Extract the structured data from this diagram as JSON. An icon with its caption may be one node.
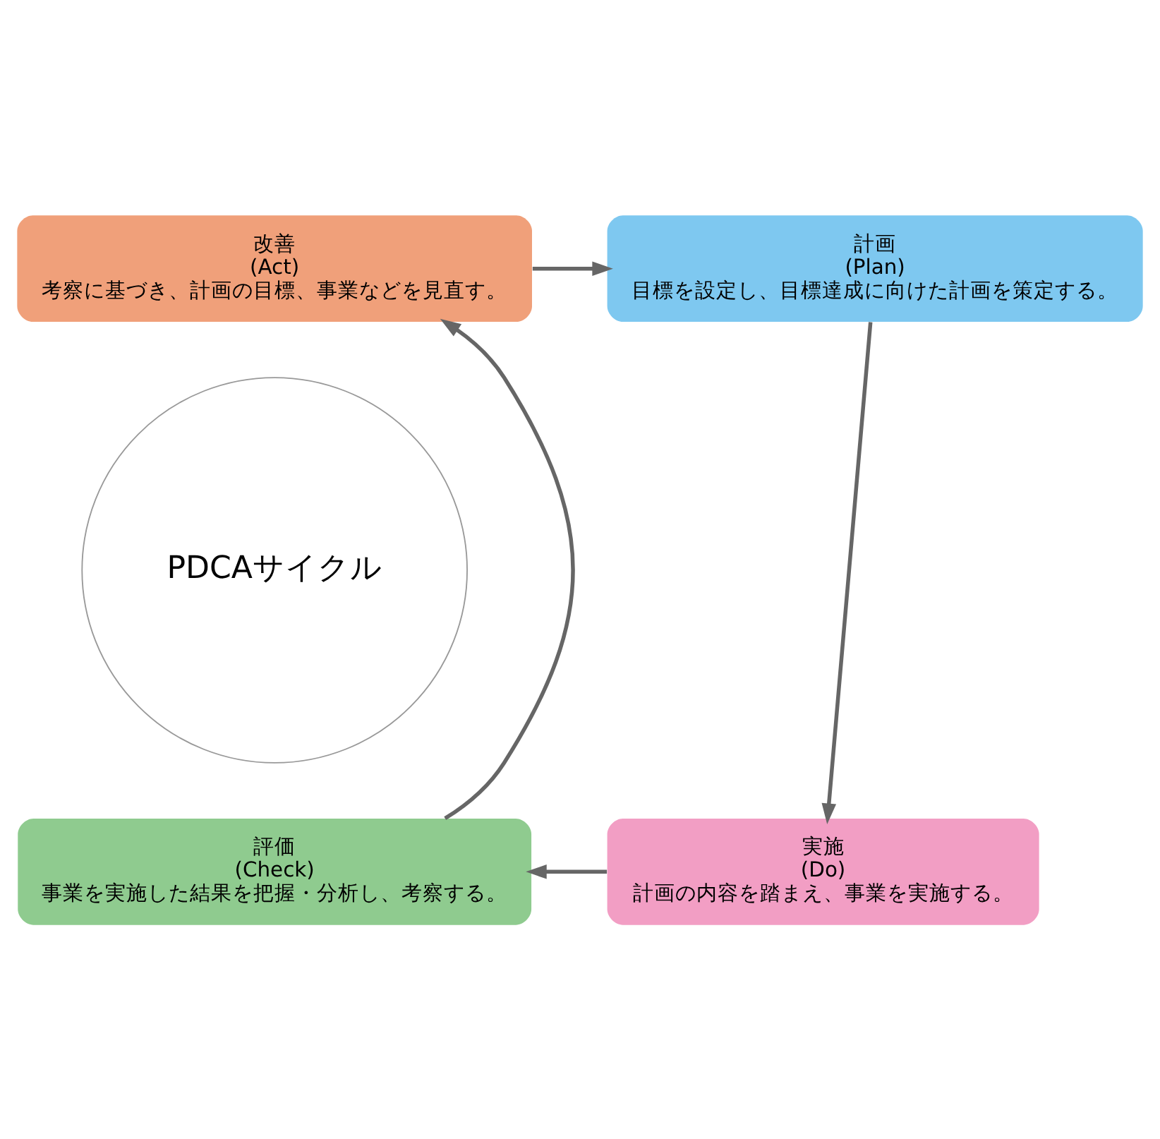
{
  "diagram": {
    "nodes": [
      {
        "text": [
          "改善",
          "(Act)",
          "考察に基づき、計画の目標、事業などを見直す。"
        ]
      },
      {
        "text": [
          "計画",
          "(Plan)",
          "目標を設定し、目標達成に向けた計画を策定する。"
        ]
      },
      {
        "text": [
          "PDCAサイクル"
        ]
      },
      {
        "text": [
          "評価",
          "(Check)",
          "事業を実施した結果を把握・分析し、考察する。"
        ]
      },
      {
        "text": [
          "実施",
          "(Do)",
          "計画の内容を踏まえ、事業を実施する。"
        ]
      }
    ],
    "edges": [
      {
        "from": 0,
        "to": 1,
        "arrow": "to"
      },
      {
        "from": 1,
        "to": 4,
        "arrow": "to"
      },
      {
        "from": 4,
        "to": 3,
        "arrow": "to"
      },
      {
        "from": 3,
        "to": 0,
        "arrow": "to"
      }
    ]
  }
}
